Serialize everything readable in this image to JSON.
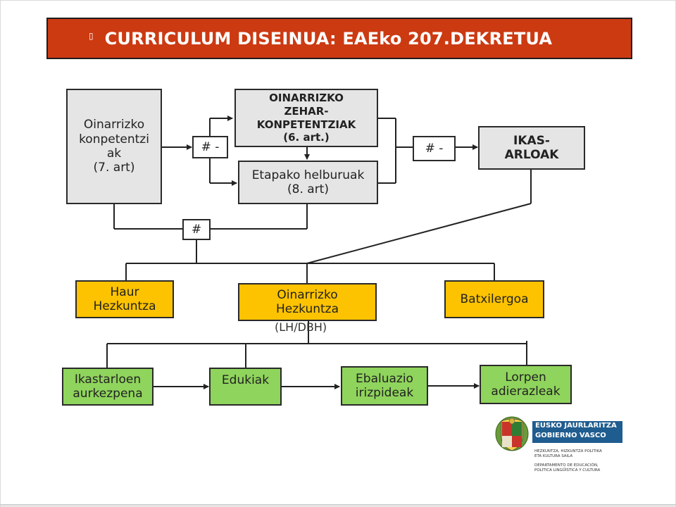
{
  "title": {
    "bullet": "▯",
    "text": "CURRICULUM DISEINUA: EAEko 207.DEKRETUA"
  },
  "boxes": {
    "oinarrizko_konpetentziak": "Oinarrizko\nkonpetentzi\nak\n(7. art)",
    "zeharkonpetentziak": "OINARRIZKO\nZEHAR-\nKONPETENTZIAK\n(6. art.)",
    "etapako_helburuak": "Etapako helburuak\n(8. art)",
    "ikasarloak": "IKAS-\nARLOAK",
    "connector_1": "# -",
    "connector_2": "# -",
    "connector_3": "#",
    "haur_hezkuntza": "Haur\nHezkuntza",
    "oinarrizko_hezkuntza": "Oinarrizko\nHezkuntza",
    "oinarrizko_hezkuntza_sub": "(LH/DBH)",
    "batxilergoa": "Batxilergoa",
    "ikastarloen_aurkezpena": "Ikastarloen\naurkezpena",
    "edukiak": "Edukiak",
    "ebaluazio_irizpideak": "Ebaluazio\nirizpideak",
    "lorpen_adierazleak": "Lorpen\nadierazleak"
  },
  "logo": {
    "line1": "EUSKO JAURLARITZA",
    "line2": "GOBIERNO VASCO",
    "dept_eu": "HEZKUNTZA, HIZKUNTZA POLITIKA\nETA KULTURA SAILA",
    "dept_es": "DEPARTAMENTO DE EDUCACIÓN,\nPOLÍTICA LINGÜÍSTICA Y CULTURA"
  },
  "colors": {
    "title_bar": "#cc3a12",
    "gray_box": "#e5e5e5",
    "gold_box": "#fdc300",
    "green_box": "#8fd45c",
    "logo_blue": "#1f5c8f"
  }
}
